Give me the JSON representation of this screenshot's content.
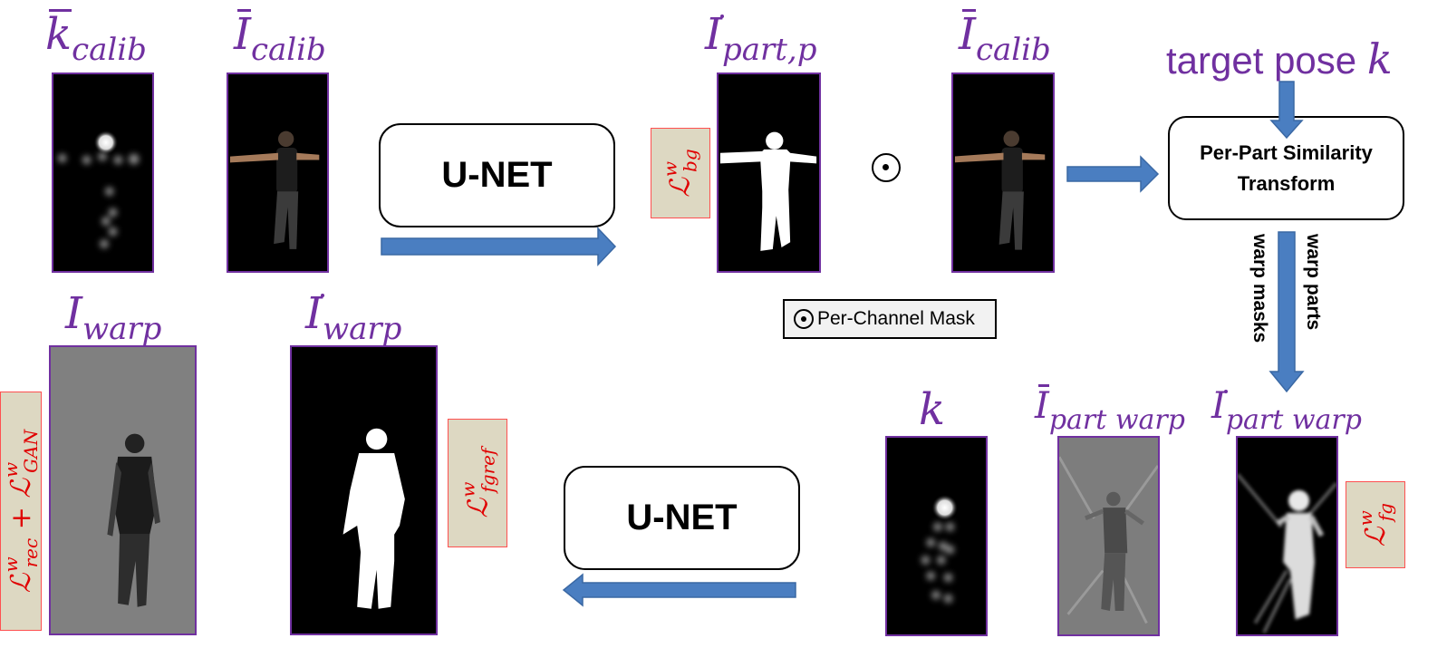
{
  "labels": {
    "k_calib": {
      "base": "k",
      "sub": "calib"
    },
    "i_calib_1": {
      "base": "I",
      "sub": "calib"
    },
    "i_part_p": {
      "base": "I",
      "sub": "part,p"
    },
    "i_calib_2": {
      "base": "I",
      "sub": "calib"
    },
    "i_warp": {
      "base": "I",
      "sub": "warp"
    },
    "i_warp_dot": {
      "base": "I",
      "sub": "warp"
    },
    "k": {
      "base": "k"
    },
    "i_part_warp_bar": {
      "base": "I",
      "sub": "part warp"
    },
    "i_part_warp_dot": {
      "base": "I",
      "sub": "part warp"
    }
  },
  "target_pose": {
    "text": "target pose",
    "var": "k"
  },
  "unet_top": "U-NET",
  "unet_bottom": "U-NET",
  "transform": {
    "line1": "Per-Part Similarity",
    "line2": "Transform"
  },
  "arrow_labels": {
    "warp_parts": "warp parts",
    "warp_masks": "warp masks"
  },
  "legend": {
    "text": "Per-Channel Mask"
  },
  "losses": {
    "bg": {
      "base": "ℒ",
      "sup": "w",
      "sub": "bg"
    },
    "fgref": {
      "base": "ℒ",
      "sup": "w",
      "sub": "fgref"
    },
    "fg": {
      "base": "ℒ",
      "sup": "w",
      "sub": "fg"
    },
    "rec_gan": {
      "base1": "ℒ",
      "sup1": "w",
      "sub1": "rec",
      "plus": " + ",
      "base2": "ℒ",
      "sup2": "w",
      "sub2": "GAN"
    }
  },
  "colors": {
    "label": "#7030a0",
    "arrow": "#4a7ec1",
    "loss_text": "#e00000",
    "loss_bg": "#ddd8c2",
    "frame": "#7030a0"
  }
}
